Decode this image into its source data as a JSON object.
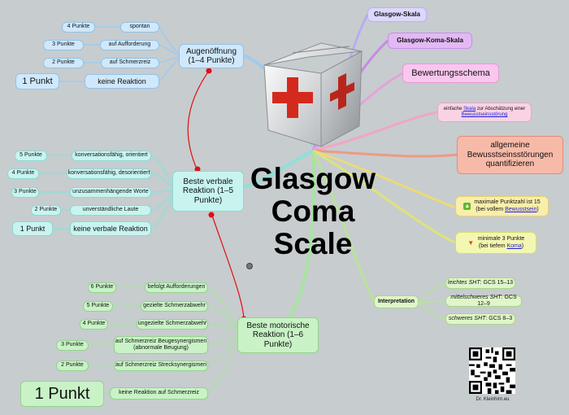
{
  "title": [
    "Glasgow",
    "Coma",
    "Scale"
  ],
  "branches": {
    "eyes": {
      "label": "Augenöffnung (1–4 Punkte)",
      "items": [
        {
          "points": "4 Punkte",
          "desc": "spontan"
        },
        {
          "points": "3 Punkte",
          "desc": "auf Aufforderung"
        },
        {
          "points": "2 Punkte",
          "desc": "auf Schmerzreiz"
        },
        {
          "points": "1 Punkt",
          "desc": "keine Reaktion"
        }
      ]
    },
    "verbal": {
      "label": "Beste verbale Reaktion (1–5 Punkte)",
      "items": [
        {
          "points": "5 Punkte",
          "desc": "konversationsfähig, orientiert"
        },
        {
          "points": "4 Punkte",
          "desc": "konversationsfähig, desorientiert"
        },
        {
          "points": "3 Punkte",
          "desc": "unzusammenhängende Worte"
        },
        {
          "points": "2 Punkte",
          "desc": "unverständliche Laute"
        },
        {
          "points": "1 Punkt",
          "desc": "keine verbale Reaktion"
        }
      ]
    },
    "motor": {
      "label": "Beste motorische Reaktion (1–6 Punkte)",
      "items": [
        {
          "points": "6 Punkte",
          "desc": "befolgt Aufforderungen"
        },
        {
          "points": "5 Punkte",
          "desc": "gezielte Schmerzabwehr"
        },
        {
          "points": "4 Punkte",
          "desc": "ungezielte Schmerzabwehr"
        },
        {
          "points": "3 Punkte",
          "desc": "auf Schmerzreiz Beugesynergismen (abnormale Beugung)"
        },
        {
          "points": "2 Punkte",
          "desc": "auf Schmerzreiz Strecksynergismen"
        },
        {
          "points": "1 Punkt",
          "desc": "keine Reaktion auf Schmerzreiz"
        }
      ]
    }
  },
  "right": {
    "glasgow_skala": "Glasgow-Skala",
    "gcs_skala": "Glasgow-Koma-Skala",
    "bewertung": "Bewertungsschema",
    "einfache_pre": "einfache",
    "einfache_link": "Skala",
    "einfache_mid": "zur Abschätzung einer",
    "einfache_link2": "Bewusstseinsstörung",
    "allgemeine": "allgemeine Bewusstseinsstörungen quantifizieren",
    "max_line1": "maximale Punktzahl ist 15",
    "max_line2_pre": "(bei vollem",
    "max_line2_link": "Bewusstsein",
    "max_line2_post": ")",
    "min_line1": "minimale 3 Punkte",
    "min_line2_pre": "(bei tiefem",
    "min_line2_link": "Koma",
    "min_line2_post": ")"
  },
  "interpretation": {
    "label": "Interpretation",
    "items": [
      {
        "term": "leichtes SHT",
        "range": ": GCS 15–13"
      },
      {
        "term": "mittelschweres SHT",
        "range": ": GCS 12–9"
      },
      {
        "term": "schweres SHT",
        "range": ": GCS 8–3"
      }
    ]
  },
  "credit": "Dr. Kleinhirn.eu",
  "colors": {
    "background": "#c7cccf",
    "relation_line": "#e01010",
    "cross": "#d42a1e"
  }
}
